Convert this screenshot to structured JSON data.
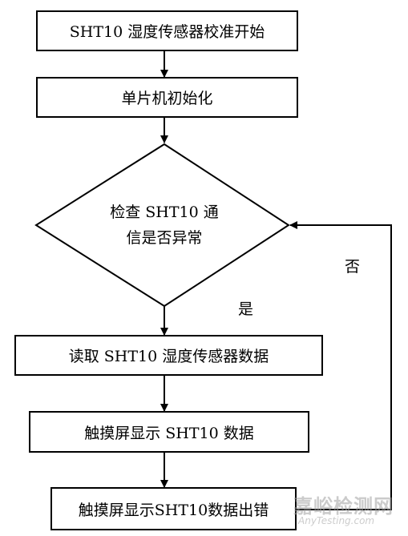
{
  "flowchart": {
    "start": "SHT10 湿度传感器校准开始",
    "init": "单片机初始化",
    "check_line1": "检查 SHT10 通",
    "check_line2": "信是否异常",
    "read": "读取 SHT10 湿度传感器数据",
    "display": "触摸屏显示 SHT10 数据",
    "error": "触摸屏显示SHT10数据出错",
    "yes_label": "是",
    "no_label": "否"
  },
  "watermark": {
    "main": "嘉峪检测网",
    "sub": "AnyTesting.com"
  },
  "colors": {
    "line": "#000000",
    "watermark": "#a0a0a0"
  }
}
